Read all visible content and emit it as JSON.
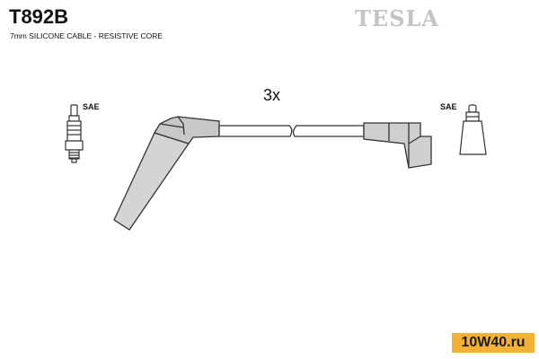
{
  "header": {
    "part_code": "T892B",
    "subtitle": "7mm SILICONE CABLE - RESISTIVE CORE",
    "brand": "TESLA"
  },
  "diagram": {
    "quantity_label": "3x",
    "left_terminal_label": "SAE",
    "right_terminal_label": "SAE"
  },
  "watermark": {
    "text": "10W40.ru",
    "color": "#f3b233"
  }
}
